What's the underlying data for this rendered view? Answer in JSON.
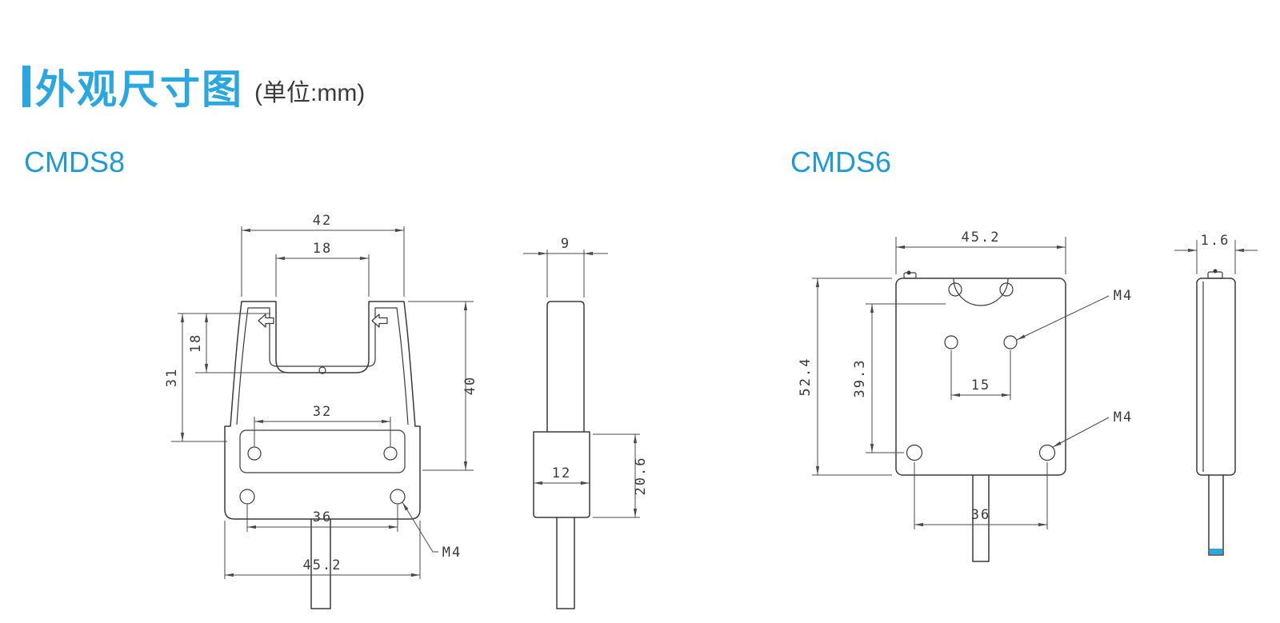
{
  "header": {
    "title": "外观尺寸图",
    "unit": "(单位:mm)"
  },
  "cmds8": {
    "label": "CMDS8",
    "front": {
      "top_width": "42",
      "slot_width": "18",
      "slot_depth": "18",
      "axis_to_mount": "31",
      "body_height": "40",
      "inner_hole_spacing": "32",
      "mount_hole_spacing": "36",
      "overall_width": "45.2",
      "screw_label": "M4"
    },
    "side": {
      "top_thickness": "9",
      "base_thickness": "12",
      "base_height": "20.6"
    }
  },
  "cmds6": {
    "label": "CMDS6",
    "front": {
      "overall_width": "45.2",
      "overall_height": "52.4",
      "hole_span_height": "39.3",
      "upper_hole_spacing": "15",
      "lower_hole_spacing": "36",
      "screw_label_upper": "M4",
      "screw_label_lower": "M4"
    },
    "side": {
      "top_dim": "1.6"
    }
  }
}
